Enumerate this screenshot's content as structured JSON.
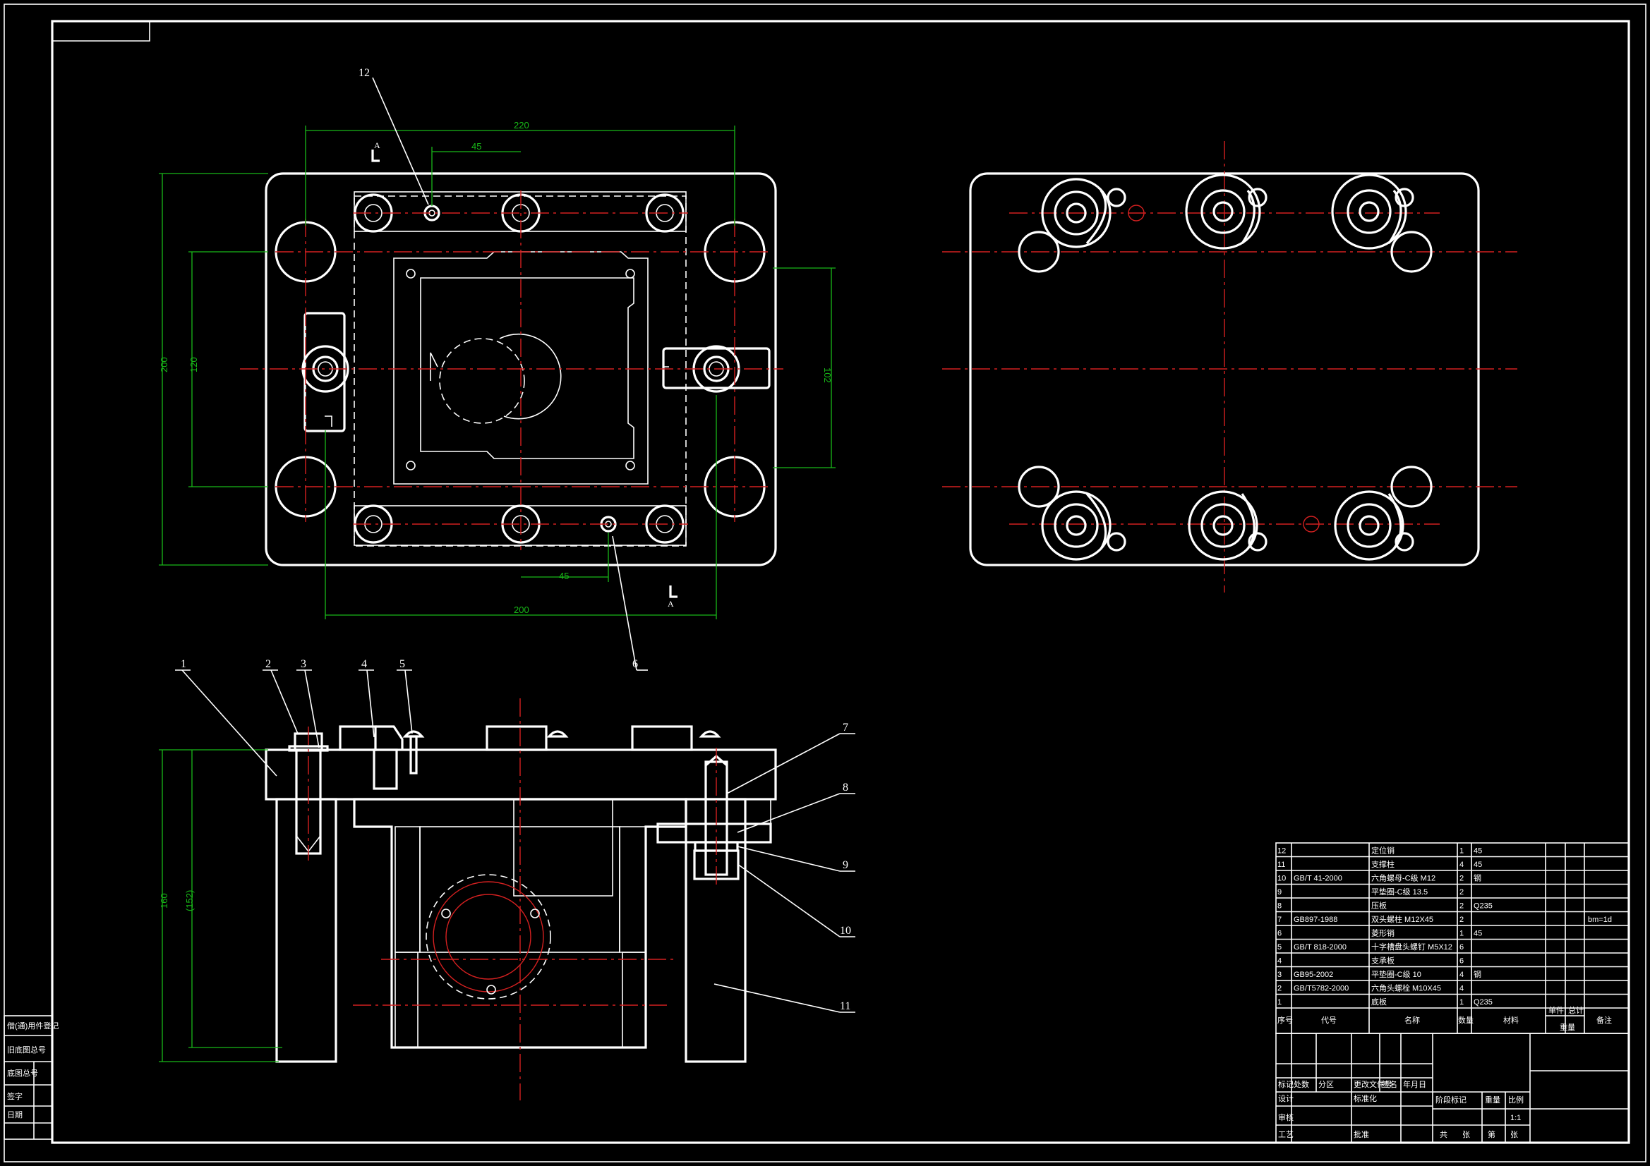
{
  "colors": {
    "background": "#000000",
    "outline": "#ffffff",
    "centerline": "#d42020",
    "dimension": "#18b818"
  },
  "dimensions": {
    "top_width": "220",
    "top_offset": "45",
    "left_height": "200",
    "left_inner": "120",
    "right_height": "102",
    "bottom_offset": "45",
    "bottom_width": "200",
    "section_height": "160",
    "section_inner": "(152)"
  },
  "section_marks": {
    "top": "A",
    "bottom": "A"
  },
  "balloons": [
    "1",
    "2",
    "3",
    "4",
    "5",
    "6",
    "7",
    "8",
    "9",
    "10",
    "11",
    "12"
  ],
  "parts_list": [
    {
      "no": "12",
      "std": "",
      "name": "定位销",
      "qty": "1",
      "mat": "45",
      "note": ""
    },
    {
      "no": "11",
      "std": "",
      "name": "支撑柱",
      "qty": "4",
      "mat": "45",
      "note": ""
    },
    {
      "no": "10",
      "std": "GB/T 41-2000",
      "name": "六角螺母-C级 M12",
      "qty": "2",
      "mat": "钢",
      "note": ""
    },
    {
      "no": "9",
      "std": "",
      "name": "平垫圈-C级 13.5",
      "qty": "2",
      "mat": "",
      "note": ""
    },
    {
      "no": "8",
      "std": "",
      "name": "压板",
      "qty": "2",
      "mat": "Q235",
      "note": ""
    },
    {
      "no": "7",
      "std": "GB897-1988",
      "name": "双头螺柱 M12X45",
      "qty": "2",
      "mat": "",
      "note": "bm=1d"
    },
    {
      "no": "6",
      "std": "",
      "name": "菱形销",
      "qty": "1",
      "mat": "45",
      "note": ""
    },
    {
      "no": "5",
      "std": "GB/T 818-2000",
      "name": "十字槽盘头螺钉 M5X12",
      "qty": "6",
      "mat": "",
      "note": ""
    },
    {
      "no": "4",
      "std": "",
      "name": "支承板",
      "qty": "6",
      "mat": "",
      "note": ""
    },
    {
      "no": "3",
      "std": "GB95-2002",
      "name": "平垫圈-C级 10",
      "qty": "4",
      "mat": "钢",
      "note": ""
    },
    {
      "no": "2",
      "std": "GB/T5782-2000",
      "name": "六角头螺栓 M10X45",
      "qty": "4",
      "mat": "",
      "note": ""
    },
    {
      "no": "1",
      "std": "",
      "name": "底板",
      "qty": "1",
      "mat": "Q235",
      "note": ""
    }
  ],
  "parts_header": {
    "no": "序号",
    "std": "代号",
    "name": "名称",
    "qty": "数量",
    "mat": "材料",
    "unit": "单件",
    "total": "总计",
    "weight": "重量",
    "note": "备注"
  },
  "title_block": {
    "labels": [
      "标记",
      "处数",
      "分区",
      "更改文件号",
      "签名",
      "年月日",
      "设计",
      "标准化",
      "审核",
      "工艺",
      "批准",
      "阶段标记",
      "重量",
      "比例",
      "共",
      "张",
      "第",
      "张"
    ],
    "scale": "1:1"
  },
  "left_strip": [
    "借(通)用件登记",
    "旧底图总号",
    "底图总号",
    "签字",
    "日期"
  ]
}
